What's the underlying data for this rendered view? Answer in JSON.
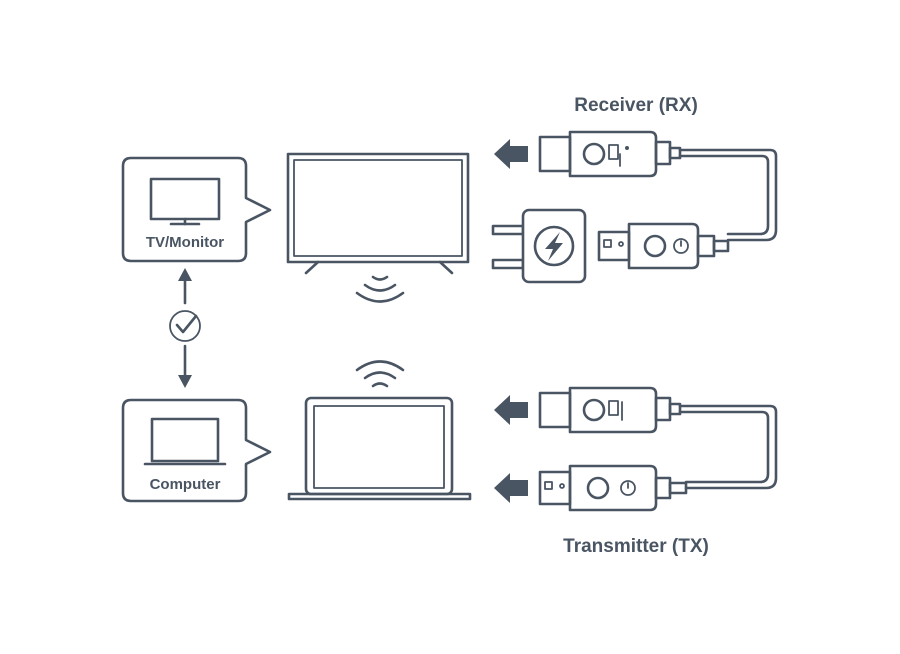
{
  "labels": {
    "tv_monitor": "TV/Monitor",
    "computer": "Computer",
    "receiver": "Receiver (RX)",
    "transmitter": "Transmitter (TX)"
  },
  "colors": {
    "stroke": "#4a5563",
    "arrow_fill": "#4a5563",
    "background": "#ffffff"
  },
  "icons": {
    "tv_callout": "tv-icon",
    "computer_callout": "computer-icon",
    "check": "check-circle-icon",
    "power_adapter": "lightning-icon",
    "wifi": "wifi-icon"
  }
}
